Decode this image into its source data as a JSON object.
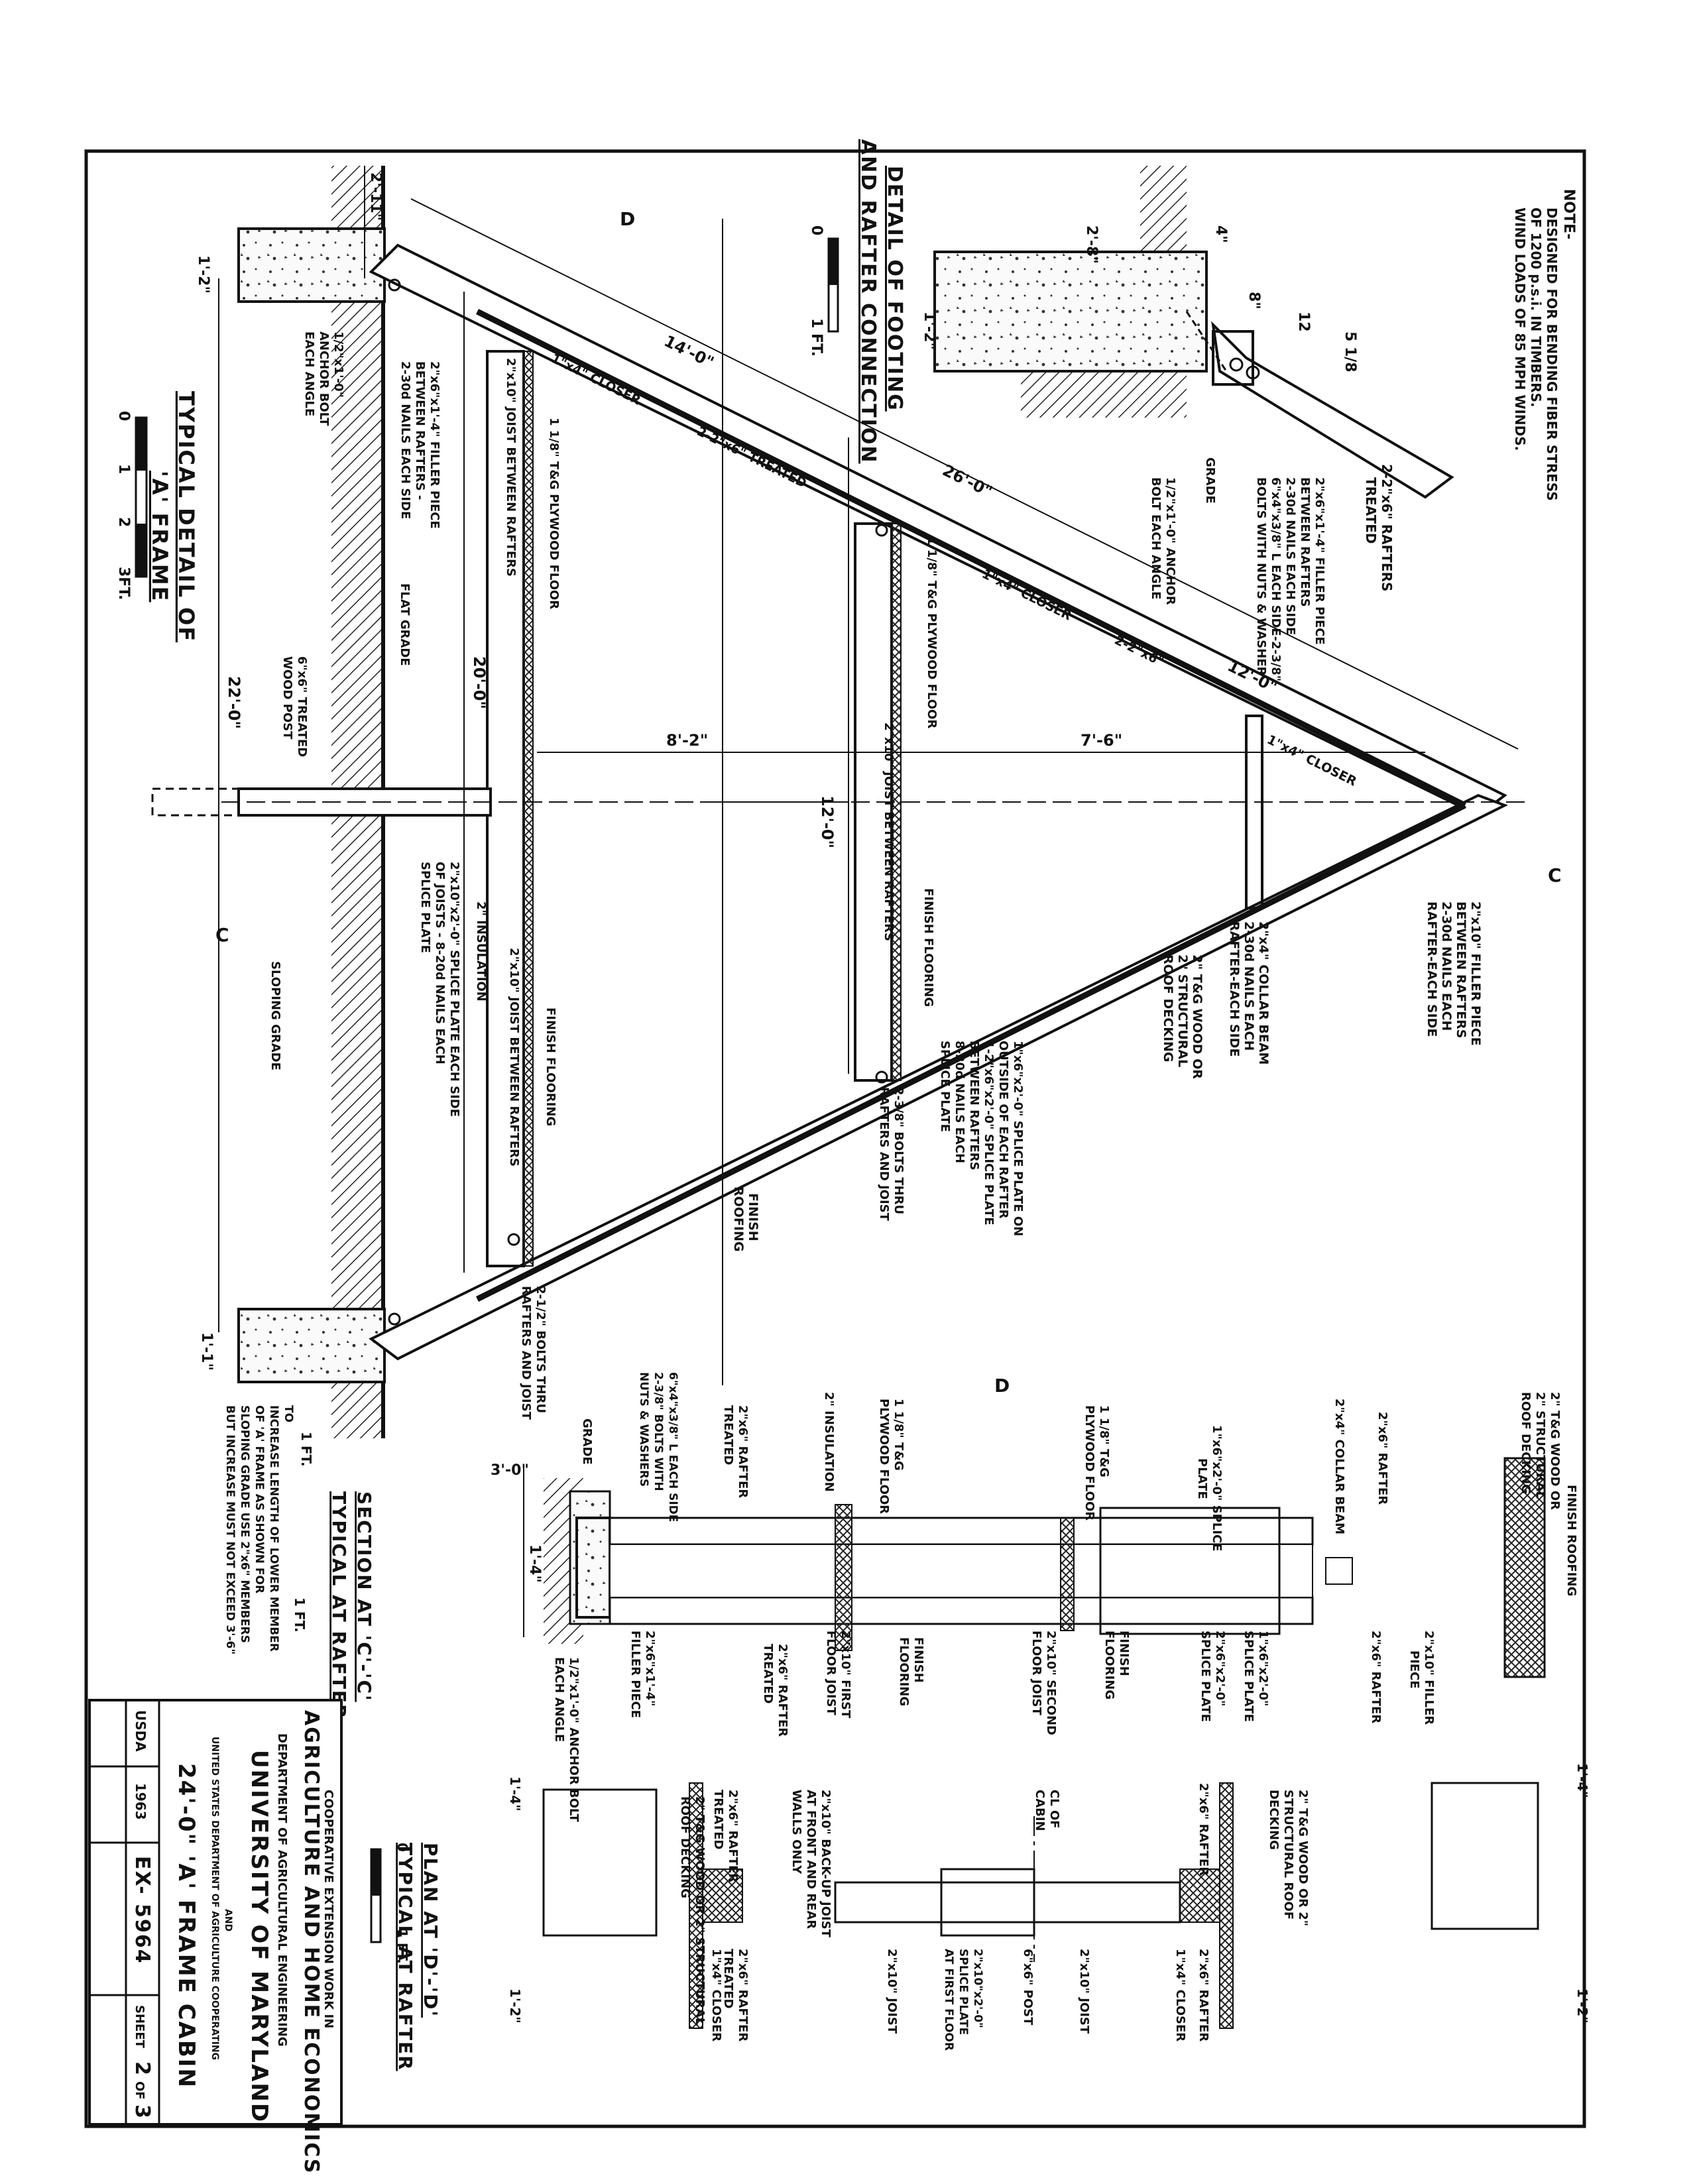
{
  "note": {
    "heading": "NOTE-",
    "lines": [
      "DESIGNED FOR BENDING FIBER STRESS",
      "OF 1200 p.s.i. IN TIMBERS.",
      "WIND LOADS OF 85 MPH WINDS."
    ]
  },
  "titles": {
    "footing_detail": [
      "DETAIL OF FOOTING",
      "AND RAFTER CONNECTION"
    ],
    "typical_detail": [
      "TYPICAL DETAIL OF",
      "'A' FRAME"
    ],
    "section_cc": [
      "SECTION AT 'C'-'C'",
      "TYPICAL AT RAFTER"
    ],
    "plan_dd": [
      "PLAN AT 'D'-'D'",
      "TYPICAL AT RAFTER"
    ]
  },
  "scales": {
    "footing": [
      "0",
      "1 FT."
    ],
    "frame": [
      "0",
      "1",
      "2",
      "3FT."
    ],
    "plan": [
      "0",
      "1 FT."
    ]
  },
  "footing_labels": {
    "rafters": [
      "2-2\"x6\" RAFTERS",
      "TREATED"
    ],
    "filler": [
      "2\"x6\"x1'-4\" FILLER PIECE",
      "BETWEEN RAFTERS",
      "2-30d NAILS EACH SIDE",
      "6\"x4\"x3/8\" L EACH SIDE-2-3/8\"x4\"",
      "BOLTS WITH NUTS & WASHERS"
    ],
    "anchor": [
      "1/2\"x1'-0\" ANCHOR",
      "BOLT EACH ANGLE"
    ],
    "grade": "GRADE",
    "dims": [
      "2'-8\"",
      "4\"",
      "8\"",
      "12",
      "5 1/8",
      "1'-2\""
    ]
  },
  "frame_labels": {
    "filler_top": [
      "2\"x10\" FILLER PIECE",
      "BETWEEN RAFTERS",
      "2-30d NAILS EACH",
      "RAFTER-EACH SIDE"
    ],
    "closer_1": "1\"x4\" CLOSER",
    "closer_2": "1\"x4\" CLOSER",
    "closer_3": "1\"x4\" CLOSER",
    "treated": "2-2\"x6\" TREATED",
    "rafter_upper": "2-2\"x6\"",
    "collar": [
      "2\"x4\" COLLAR BEAM",
      "2-30d NAILS EACH",
      "RAFTER-EACH SIDE"
    ],
    "roof_decking": [
      "2\" T&G WOOD OR",
      "2\" STRUCTURAL",
      "ROOF DECKING"
    ],
    "splice_plate": [
      "1\"x6\"x2'-0\" SPLICE PLATE ON",
      "OUTSIDE OF EACH RAFTER",
      "1-2\"x6\"x2'-0\" SPLICE PLATE",
      "BETWEEN RAFTERS",
      "8-20d NAILS EACH",
      "SPLICE PLATE"
    ],
    "bolts_upper": [
      "2-3/8\" BOLTS THRU",
      "RAFTERS AND JOIST"
    ],
    "bolts_lower": [
      "2-1/2\" BOLTS THRU",
      "RAFTERS AND JOIST"
    ],
    "finish_roofing": [
      "FINISH",
      "ROOFING"
    ],
    "finish_flooring_1": "FINISH FLOORING",
    "finish_flooring_2": "FINISH FLOORING",
    "plywood_upper": "1 1/8\" T&G PLYWOOD FLOOR",
    "plywood_lower": "1 1/8\" T&G PLYWOOD FLOOR",
    "joist_upper": "2\"x10\" JOIST BETWEEN RAFTERS",
    "joist_lower_a": "2\"x10\" JOIST BETWEEN RAFTERS",
    "joist_lower_b": "2\"x10\" JOIST BETWEEN RAFTERS",
    "insulation": "2\" INSULATION",
    "splice_joist": [
      "2\"x10\"x2'-0\" SPLICE PLATE EACH SIDE",
      "OF JOISTS - 8-20d NAILS EACH",
      "SPLICE PLATE"
    ],
    "filler_bottom": [
      "2\"x6\"x1'-4\" FILLER PIECE",
      "BETWEEN RAFTERS -",
      "2-30d NAILS EACH SIDE"
    ],
    "anchor_bottom": [
      "1/2\"x1'-0\"",
      "ANCHOR BOLT",
      "EACH ANGLE"
    ],
    "flat_grade": "FLAT GRADE",
    "post": [
      "6\"x6\" TREATED",
      "WOOD POST"
    ],
    "sloping_grade": "SLOPING GRADE",
    "increase": [
      "TO",
      "INCREASE LENGTH OF LOWER MEMBER",
      "OF 'A' FRAME AS SHOWN FOR",
      "SLOPING GRADE USE 2\"x6\" MEMBERS",
      "BUT INCREASE MUST NOT EXCEED 3'-6\""
    ],
    "dims": {
      "d26": "26'-0\"",
      "d14": "14'-0\"",
      "d12a": "12'-0\"",
      "d12b": "12'-0\"",
      "d20": "20'-0\"",
      "d22": "22'-0\"",
      "d8": "8'-2\"",
      "d7": "7'-6\"",
      "d211": "2'-11\"",
      "d1": "1'-1\"",
      "d12top": "1'-2\"",
      "d1ft": "1 FT."
    },
    "cut_c": "C",
    "cut_d": "D"
  },
  "section_labels": {
    "top_decking": [
      "2\" T&G WOOD OR",
      "2\" STRUCTURAL",
      "ROOF DECKING"
    ],
    "finish_roofing": "FINISH ROOFING",
    "filler": [
      "2\"x10\" FILLER",
      "PIECE"
    ],
    "rafter_1": "2\"x6\" RAFTER",
    "collar": "2\"x4\" COLLAR BEAM",
    "rafter_2": "2\"x6\" RAFTER",
    "splice_top": [
      "1\"x6\"x2'-0\" SPLICE",
      "PLATE"
    ],
    "splice_right_a": [
      "1\"x6\"x2'-0\"",
      "SPLICE PLATE"
    ],
    "splice_right_b": [
      "2\"x6\"x2'-0\"",
      "SPLICE PLATE"
    ],
    "plywood_1": [
      "1 1/8\" T&G",
      "PLYWOOD FLOOR"
    ],
    "finish_flooring_1": [
      "FINISH",
      "FLOORING"
    ],
    "second_joist": [
      "2\"x10\" SECOND",
      "FLOOR JOIST"
    ],
    "plywood_2": [
      "1 1/8\" T&G",
      "PLYWOOD FLOOR"
    ],
    "insulation": "2\" INSULATION",
    "finish_flooring_2": [
      "FINISH",
      "FLOORING"
    ],
    "first_joist": [
      "2\"x10\" FIRST",
      "FLOOR JOIST"
    ],
    "rafter_treated": [
      "2\"x6\" RAFTER",
      "TREATED"
    ],
    "rafter_treated_2": [
      "2\"x6\" RAFTER",
      "TREATED"
    ],
    "angle": [
      "6\"x4\"x3/8\" L EACH SIDE",
      "2-3/8\" BOLTS WITH",
      "NUTS & WASHERS"
    ],
    "grade": "GRADE",
    "filler_piece": [
      "2\"x6\"x1'-4\"",
      "FILLER PIECE"
    ],
    "anchor": [
      "1/2\"x1'-0\" ANCHOR BOLT",
      "EACH ANGLE"
    ],
    "dims": [
      "3'-0\"",
      "1'-4\"",
      "1 FT."
    ]
  },
  "plan_labels": {
    "decking_top": [
      "2\" T&G WOOD OR 2\"",
      "STRUCTURAL ROOF",
      "DECKING"
    ],
    "rafter_a": "2\"x6\" RAFTER",
    "rafter_b": "2\"x6\" RAFTER",
    "closer_a": "1\"x4\" CLOSER",
    "backup": [
      "2\"x10\" BACK-UP JOIST",
      "AT FRONT AND REAR",
      "WALLS ONLY"
    ],
    "center": [
      "CL OF",
      "CABIN"
    ],
    "joist_a": "2\"x10\" JOIST",
    "joist_b": "2\"x10\" JOIST",
    "splice": [
      "2\"x10\"x2'-0\"",
      "SPLICE PLATE",
      "AT FIRST FLOOR"
    ],
    "post": "6\"x6\" POST",
    "rafter_treated_a": [
      "2\"x6\" RAFTER",
      "TREATED"
    ],
    "rafter_treated_b": [
      "2\"x6\" RAFTER",
      "TREATED"
    ],
    "decking_bottom": [
      "2\" T&G WOOD OR 2\" STRUCTURAL",
      "ROOF DECKING"
    ],
    "closer_b": "1\"x4\" CLOSER",
    "dims": [
      "1'-4\"",
      "1'-2\"",
      "1'-4\"",
      "1'-2\""
    ]
  },
  "title_block": {
    "line1": "COOPERATIVE EXTENSION WORK IN",
    "line2": "AGRICULTURE AND HOME ECONOMICS",
    "line3": "DEPARTMENT OF AGRICULTURAL ENGINEERING",
    "line4": "UNIVERSITY OF MARYLAND",
    "line5": "AND",
    "line6": "UNITED STATES DEPARTMENT OF AGRICULTURE COOPERATING",
    "project": "24'-0\" 'A' FRAME CABIN",
    "agency": "USDA",
    "year": "1963",
    "number": "EX- 5964",
    "sheet_label": "SHEET",
    "sheet": "2",
    "of": "OF",
    "total": "3"
  }
}
